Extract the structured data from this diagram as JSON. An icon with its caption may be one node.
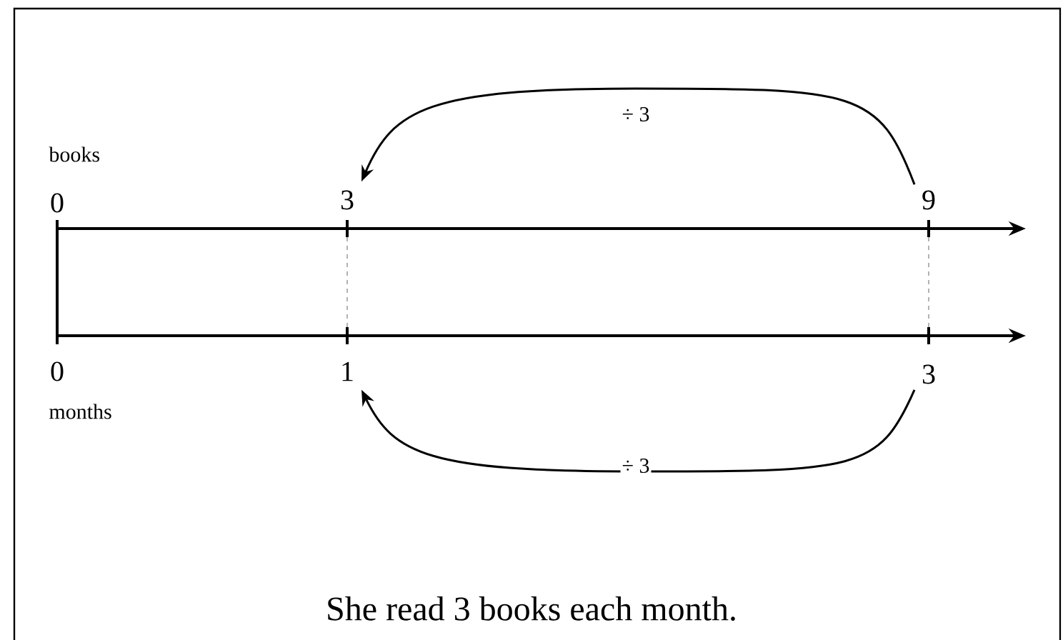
{
  "diagram": {
    "caption": "She read 3 books each month.",
    "nodes": [
      {
        "text": [
          "3"
        ]
      },
      {
        "text": [
          "9"
        ]
      },
      {
        "text": [
          "1"
        ]
      },
      {
        "text": [
          "3"
        ]
      }
    ],
    "edges": [
      {
        "from": 1,
        "to": 0,
        "arrow": "to",
        "label": "÷ 3"
      },
      {
        "from": 3,
        "to": 2,
        "arrow": "to",
        "label": "÷ 3"
      }
    ],
    "labels": [
      "books",
      "0",
      "0",
      "months"
    ]
  }
}
